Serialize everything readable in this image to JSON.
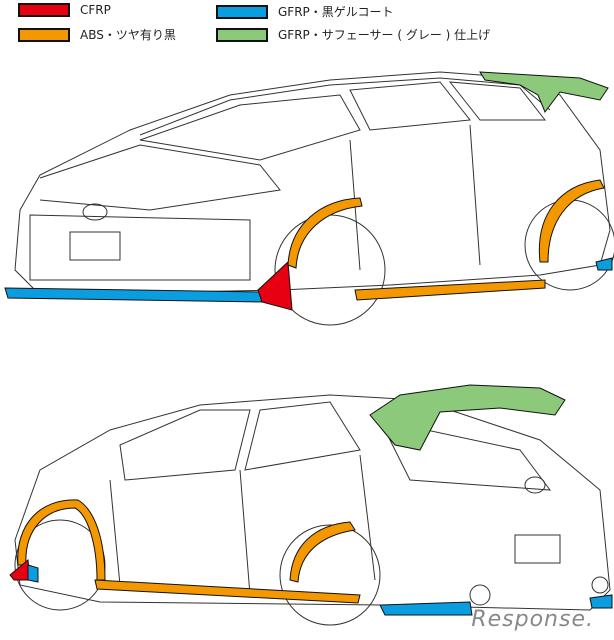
{
  "legend": [
    {
      "label": "CFRP",
      "color": "#e60012"
    },
    {
      "label": "ABS・ツヤ有り黒",
      "color": "#f39800"
    },
    {
      "label": "GFRP・黒ゲルコート",
      "color": "#0a9de0"
    },
    {
      "label": "GFRP・サフェーサー ( グレー ) 仕上げ",
      "color": "#8cc97a"
    }
  ],
  "watermark": "Response."
}
